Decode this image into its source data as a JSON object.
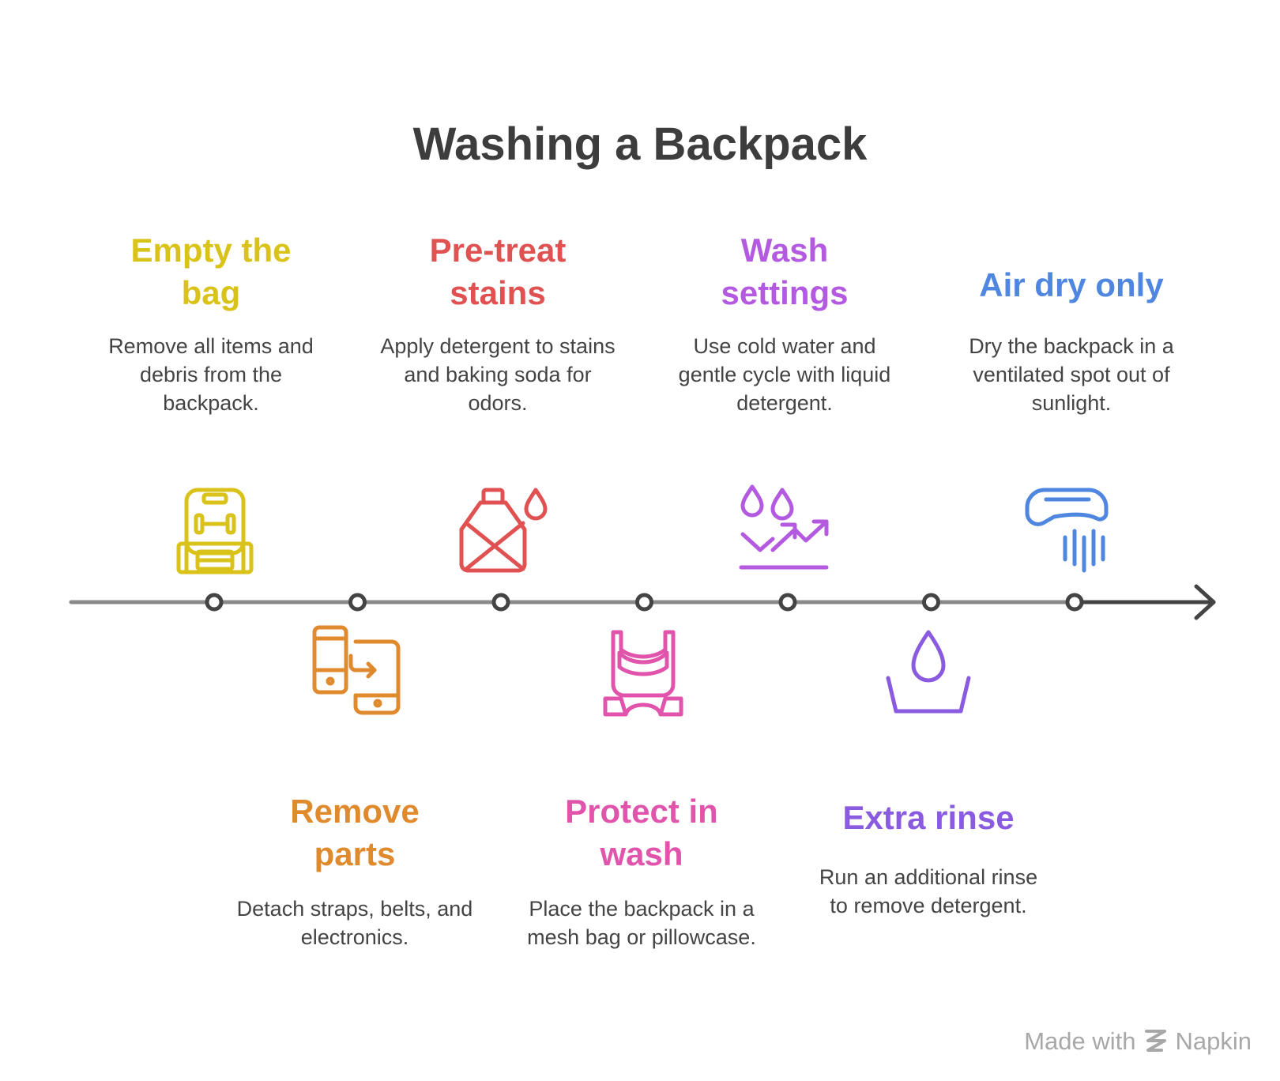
{
  "title": "Washing a Backpack",
  "steps": [
    {
      "title": "Empty the bag",
      "title_lines": [
        "Empty the",
        "bag"
      ],
      "description": "Remove all items and debris from the backpack.",
      "color": "#d9c21a",
      "icon": "backpack-icon",
      "position": "top"
    },
    {
      "title": "Remove parts",
      "title_lines": [
        "Remove",
        "parts"
      ],
      "description": "Detach straps, belts, and electronics.",
      "color": "#e08a2e",
      "icon": "devices-transfer-icon",
      "position": "bottom"
    },
    {
      "title": "Pre-treat stains",
      "title_lines": [
        "Pre-treat",
        "stains"
      ],
      "description": "Apply detergent to stains and baking soda for odors.",
      "color": "#e05252",
      "icon": "no-stain-bottle-icon",
      "position": "top"
    },
    {
      "title": "Protect in wash",
      "title_lines": [
        "Protect in",
        "wash"
      ],
      "description": "Place the backpack in a mesh bag or pillowcase.",
      "color": "#e055ab",
      "icon": "baby-carrier-icon",
      "position": "bottom"
    },
    {
      "title": "Wash settings",
      "title_lines": [
        "Wash",
        "settings"
      ],
      "description": "Use cold water and gentle cycle with liquid detergent.",
      "color": "#b35ae0",
      "icon": "drops-trend-icon",
      "position": "top"
    },
    {
      "title": "Extra rinse",
      "title_lines": [
        "Extra rinse"
      ],
      "description": "Run an additional rinse to remove detergent.",
      "color": "#8a5ae0",
      "icon": "water-drop-basin-icon",
      "position": "bottom"
    },
    {
      "title": "Air dry only",
      "title_lines": [
        "Air dry only"
      ],
      "description": "Dry the backpack in a ventilated spot out of sunlight.",
      "color": "#4f86e0",
      "icon": "hand-dryer-icon",
      "position": "top"
    }
  ],
  "colors": {
    "axis": "#8a8a8a",
    "axis_end": "#444444",
    "node": "#444444"
  },
  "footer": {
    "made_with": "Made with",
    "brand": "Napkin"
  }
}
